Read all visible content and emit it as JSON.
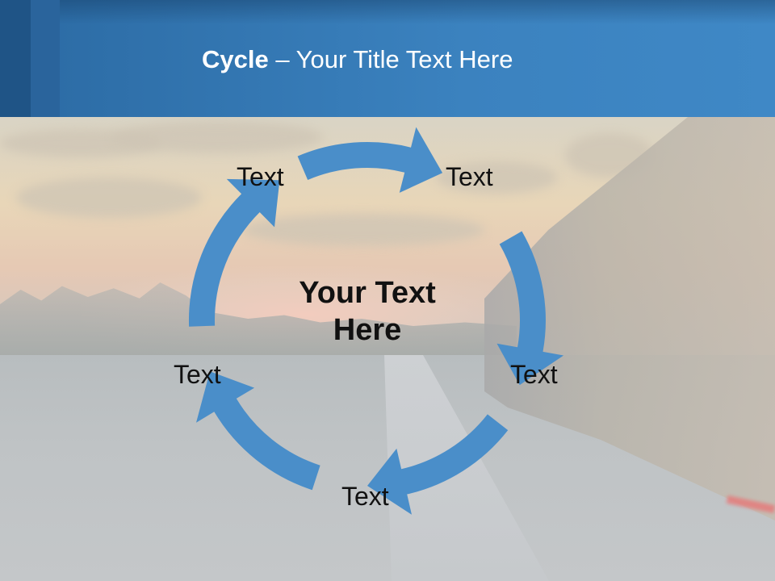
{
  "slide": {
    "title_bold": "Cycle",
    "title_rest": " – Your Title Text Here",
    "center_text_line1": "Your Text",
    "center_text_line2": "Here"
  },
  "cycle": {
    "nodes": [
      {
        "label": "Text"
      },
      {
        "label": "Text"
      },
      {
        "label": "Text"
      },
      {
        "label": "Text"
      },
      {
        "label": "Text"
      }
    ]
  },
  "colors": {
    "header": "#3b82bf",
    "arrow": "#4a8ec9"
  }
}
